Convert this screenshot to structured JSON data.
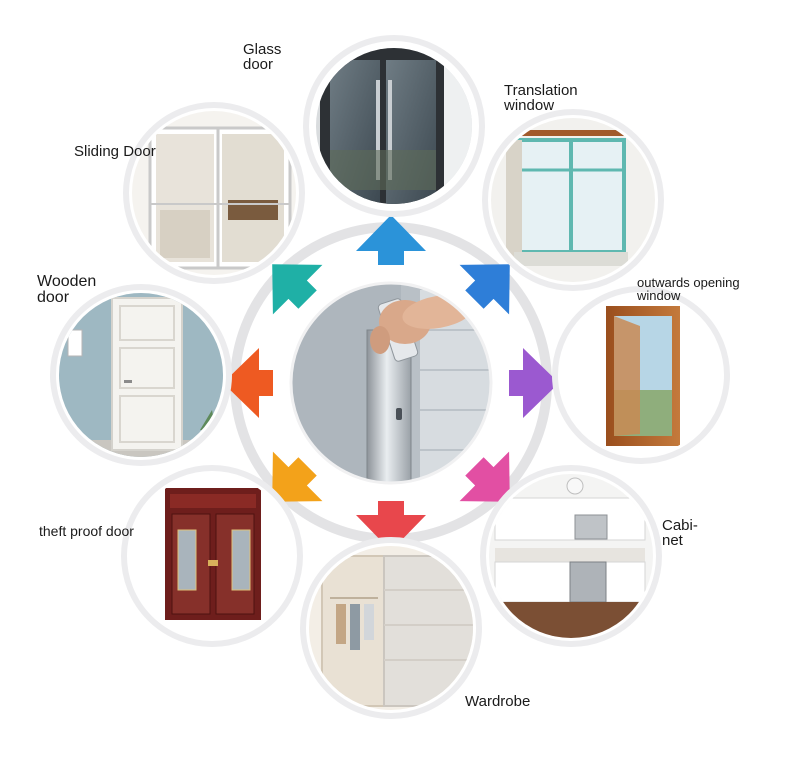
{
  "diagram": {
    "colors": {
      "hub_ring": "#e3e3e5",
      "node_ring": "#ececee",
      "arrow_up": "#2b93d9",
      "arrow_up_right": "#2e7ed8",
      "arrow_right": "#9b59d0",
      "arrow_down_right": "#e24fa3",
      "arrow_down": "#e8474c",
      "arrow_down_left": "#f3a21a",
      "arrow_left": "#ee5a22",
      "arrow_up_left": "#1fb0a6"
    },
    "center": {
      "name": "weather-strip-profile",
      "icon": "seal-strip-closeup-icon"
    },
    "nodes": [
      {
        "id": "glass-door",
        "lines": [
          "Glass",
          "door"
        ],
        "icon": "glass-door-icon"
      },
      {
        "id": "translation-window",
        "lines": [
          "Translation",
          "window"
        ],
        "icon": "sliding-window-icon"
      },
      {
        "id": "outwards-opening-window",
        "lines": [
          "outwards opening",
          "window"
        ],
        "icon": "casement-window-icon"
      },
      {
        "id": "cabinet",
        "lines": [
          "Cabi-",
          "net"
        ],
        "icon": "kitchen-cabinet-icon"
      },
      {
        "id": "wardrobe",
        "lines": [
          "Wardrobe"
        ],
        "icon": "wardrobe-icon"
      },
      {
        "id": "theft-proof-door",
        "lines": [
          "theft proof door"
        ],
        "icon": "security-door-icon"
      },
      {
        "id": "wooden-door",
        "lines": [
          "Wooden",
          "door"
        ],
        "icon": "wooden-door-icon"
      },
      {
        "id": "sliding-door",
        "lines": [
          "Sliding Door"
        ],
        "icon": "sliding-door-icon"
      }
    ]
  }
}
